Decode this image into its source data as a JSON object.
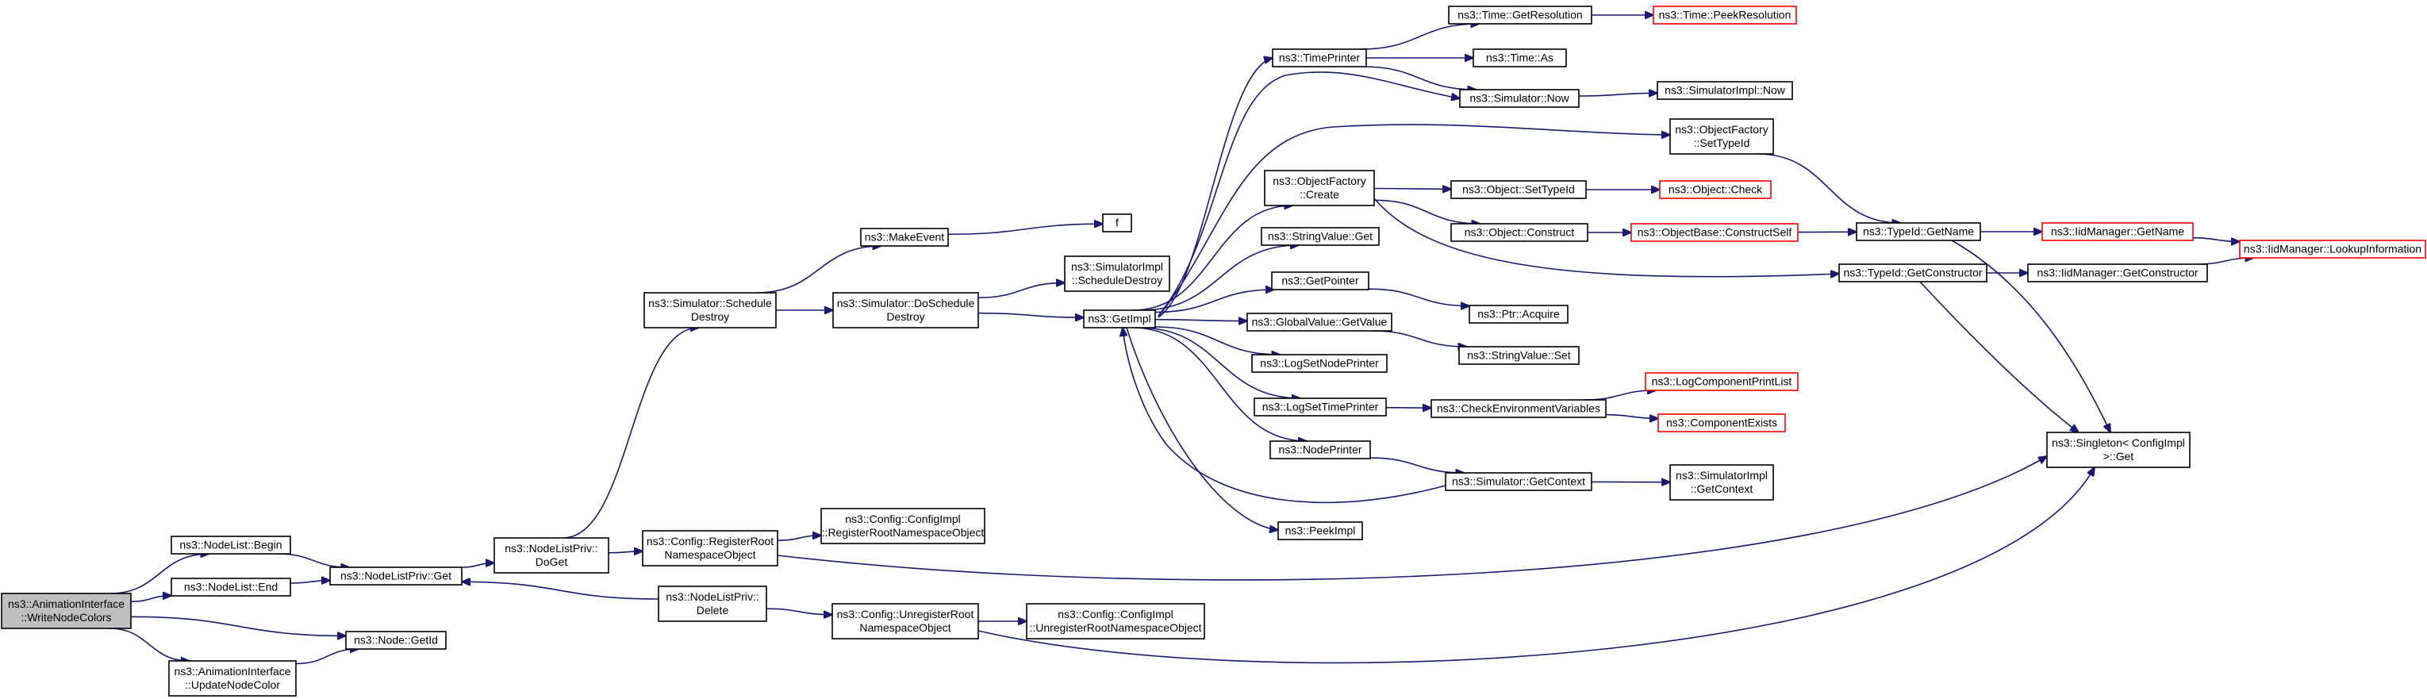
{
  "diagram": {
    "type": "call-graph",
    "colors": {
      "edge": "#191970",
      "node_border": "#000000",
      "truncated_border": "#ff0000",
      "root_fill": "#bfbfbf"
    },
    "nodes": [
      {
        "id": "root",
        "lines": [
          "ns3::AnimationInterface",
          "::WriteNodeColors"
        ],
        "root": true
      },
      {
        "id": "nl_begin",
        "lines": [
          "ns3::NodeList::Begin"
        ]
      },
      {
        "id": "nl_end",
        "lines": [
          "ns3::NodeList::End"
        ]
      },
      {
        "id": "anim_update",
        "lines": [
          "ns3::AnimationInterface",
          "::UpdateNodeColor"
        ]
      },
      {
        "id": "nlp_get",
        "lines": [
          "ns3::NodeListPriv::Get"
        ]
      },
      {
        "id": "node_getid",
        "lines": [
          "ns3::Node::GetId"
        ]
      },
      {
        "id": "nlp_doget",
        "lines": [
          "ns3::NodeListPriv::",
          "DoGet"
        ]
      },
      {
        "id": "nlp_delete",
        "lines": [
          "ns3::NodeListPriv::",
          "Delete"
        ]
      },
      {
        "id": "sim_sched",
        "lines": [
          "ns3::Simulator::Schedule",
          "Destroy"
        ]
      },
      {
        "id": "cfg_reg",
        "lines": [
          "ns3::Config::RegisterRoot",
          "NamespaceObject"
        ]
      },
      {
        "id": "cfg_unreg",
        "lines": [
          "ns3::Config::UnregisterRoot",
          "NamespaceObject"
        ]
      },
      {
        "id": "make_event",
        "lines": [
          "ns3::MakeEvent"
        ]
      },
      {
        "id": "sim_dosched",
        "lines": [
          "ns3::Simulator::DoSchedule",
          "Destroy"
        ]
      },
      {
        "id": "cfgimpl_reg",
        "lines": [
          "ns3::Config::ConfigImpl",
          "::RegisterRootNamespaceObject"
        ]
      },
      {
        "id": "cfgimpl_unreg",
        "lines": [
          "ns3::Config::ConfigImpl",
          "::UnregisterRootNamespaceObject"
        ]
      },
      {
        "id": "f",
        "lines": [
          "f"
        ]
      },
      {
        "id": "simimpl_sched",
        "lines": [
          "ns3::SimulatorImpl",
          "::ScheduleDestroy"
        ]
      },
      {
        "id": "getimpl",
        "lines": [
          "ns3::GetImpl"
        ]
      },
      {
        "id": "time_printer",
        "lines": [
          "ns3::TimePrinter"
        ]
      },
      {
        "id": "objfact_create",
        "lines": [
          "ns3::ObjectFactory",
          "::Create"
        ]
      },
      {
        "id": "strval_get",
        "lines": [
          "ns3::StringValue::Get"
        ]
      },
      {
        "id": "getpointer",
        "lines": [
          "ns3::GetPointer"
        ]
      },
      {
        "id": "gv_getvalue",
        "lines": [
          "ns3::GlobalValue::GetValue"
        ]
      },
      {
        "id": "logsetnode",
        "lines": [
          "ns3::LogSetNodePrinter"
        ]
      },
      {
        "id": "logsettime",
        "lines": [
          "ns3::LogSetTimePrinter"
        ]
      },
      {
        "id": "nodeprinter",
        "lines": [
          "ns3::NodePrinter"
        ]
      },
      {
        "id": "peekimpl",
        "lines": [
          "ns3::PeekImpl"
        ]
      },
      {
        "id": "time_getres",
        "lines": [
          "ns3::Time::GetResolution"
        ]
      },
      {
        "id": "time_as",
        "lines": [
          "ns3::Time::As"
        ]
      },
      {
        "id": "sim_now",
        "lines": [
          "ns3::Simulator::Now"
        ]
      },
      {
        "id": "obj_settypeid",
        "lines": [
          "ns3::Object::SetTypeId"
        ]
      },
      {
        "id": "obj_construct",
        "lines": [
          "ns3::Object::Construct"
        ]
      },
      {
        "id": "ptr_acquire",
        "lines": [
          "ns3::Ptr::Acquire"
        ]
      },
      {
        "id": "strval_set",
        "lines": [
          "ns3::StringValue::Set"
        ]
      },
      {
        "id": "check_env",
        "lines": [
          "ns3::CheckEnvironmentVariables"
        ]
      },
      {
        "id": "sim_getctx",
        "lines": [
          "ns3::Simulator::GetContext"
        ]
      },
      {
        "id": "time_peekres",
        "lines": [
          "ns3::Time::PeekResolution"
        ],
        "truncated": true
      },
      {
        "id": "simimpl_now",
        "lines": [
          "ns3::SimulatorImpl::Now"
        ]
      },
      {
        "id": "of_settypeid",
        "lines": [
          "ns3::ObjectFactory",
          "::SetTypeId"
        ]
      },
      {
        "id": "obj_check",
        "lines": [
          "ns3::Object::Check"
        ],
        "truncated": true
      },
      {
        "id": "objbase_cs",
        "lines": [
          "ns3::ObjectBase::ConstructSelf"
        ],
        "truncated": true
      },
      {
        "id": "typeid_getctor",
        "lines": [
          "ns3::TypeId::GetConstructor"
        ]
      },
      {
        "id": "logcomp_print",
        "lines": [
          "ns3::LogComponentPrintList"
        ],
        "truncated": true
      },
      {
        "id": "comp_exists",
        "lines": [
          "ns3::ComponentExists"
        ],
        "truncated": true
      },
      {
        "id": "simimpl_getctx",
        "lines": [
          "ns3::SimulatorImpl",
          "::GetContext"
        ]
      },
      {
        "id": "typeid_getname",
        "lines": [
          "ns3::TypeId::GetName"
        ]
      },
      {
        "id": "iid_getname",
        "lines": [
          "ns3::IidManager::GetName"
        ],
        "truncated": true
      },
      {
        "id": "iid_getctor",
        "lines": [
          "ns3::IidManager::GetConstructor"
        ]
      },
      {
        "id": "iid_lookup",
        "lines": [
          "ns3::IidManager::LookupInformation"
        ],
        "truncated": true
      },
      {
        "id": "singleton_get",
        "lines": [
          "ns3::Singleton< ConfigImpl",
          " >::Get"
        ]
      }
    ]
  }
}
